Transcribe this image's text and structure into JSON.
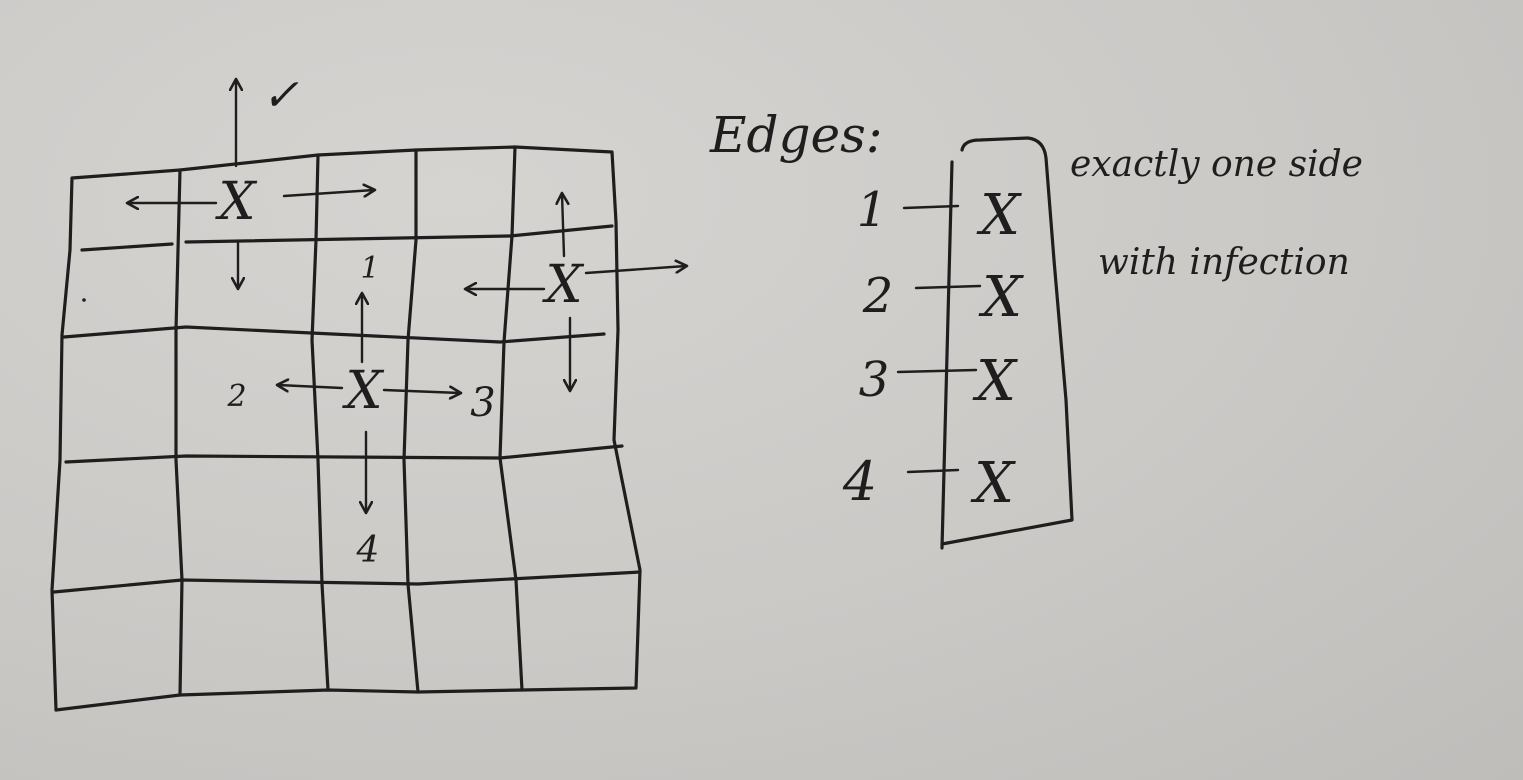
{
  "diagram": {
    "title": "Edges:",
    "note_line1": "exactly one side",
    "note_line2": "with infection",
    "check_mark": "✓",
    "infected_mark": "X",
    "neighbors": {
      "up": "1",
      "left": "2",
      "right": "3",
      "down": "4"
    },
    "edge_list": [
      {
        "number": "1",
        "mark": "X"
      },
      {
        "number": "2",
        "mark": "X"
      },
      {
        "number": "3",
        "mark": "X"
      },
      {
        "number": "4",
        "mark": "X"
      }
    ],
    "grid": {
      "rows": 5,
      "cols": 5
    }
  }
}
